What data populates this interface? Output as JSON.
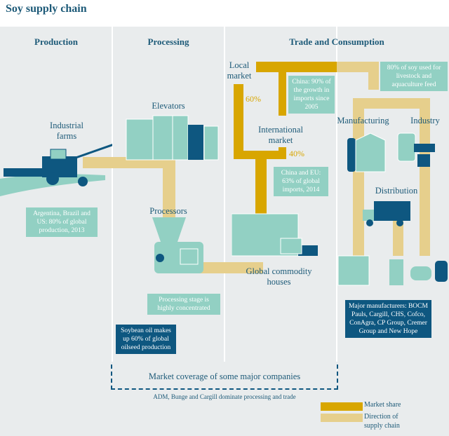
{
  "title": "Soy supply chain",
  "columns": {
    "production": "Production",
    "processing": "Processing",
    "trade": "Trade and Consumption"
  },
  "nodes": {
    "industrial_farms": "Industrial\nfarms",
    "elevators": "Elevators",
    "processors": "Processors",
    "local_market": "Local\nmarket",
    "international_market": "International\nmarket",
    "global_commodity_houses": "Global commodity\nhouses",
    "manufacturing": "Manufacturing",
    "industry": "Industry",
    "distribution": "Distribution"
  },
  "percentages": {
    "local": "60%",
    "international": "40%"
  },
  "callouts": {
    "production": "Argentina, Brazil and US: 80% of global production, 2013",
    "processing": "Processing stage is highly concentrated",
    "soybean_oil": "Soybean oil makes up 60% of global oilseed production",
    "china_growth": "China: 90% of the growth in imports since 2005",
    "china_eu": "China and EU: 63% of global imports, 2014",
    "feed": "80% of soy used for livestock and aquaculture feed",
    "manufacturers": "Major manufacturers: BOCM Pauls, Cargill, CHS, Cofco, ConAgra, CP Group, Cremer Group and New Hope"
  },
  "market_coverage": {
    "title": "Market coverage of some major companies",
    "note": "ADM, Bunge and Cargill dominate processing and trade"
  },
  "legend": [
    {
      "label": "Market share",
      "color": "#d8a600"
    },
    {
      "label": "Direction of supply chain",
      "color": "#e6cf8c"
    }
  ],
  "colors": {
    "teal": "#92d0c3",
    "navy": "#0e5780",
    "gold": "#d8a600",
    "light_gold": "#e6cf8c",
    "heading": "#1d5a78"
  }
}
